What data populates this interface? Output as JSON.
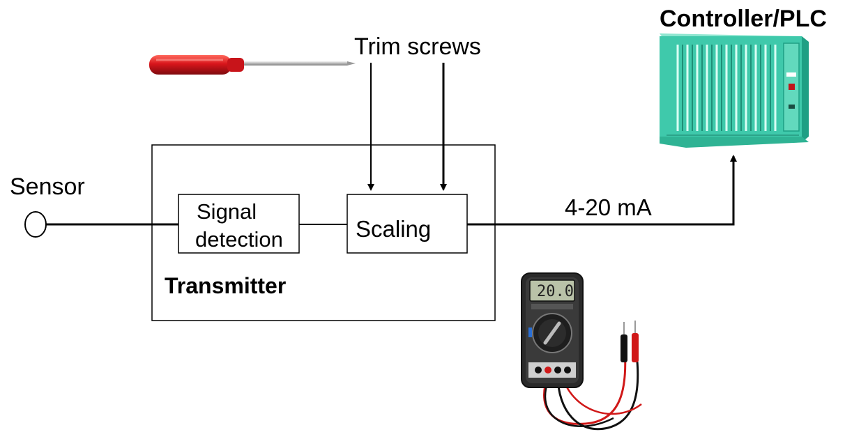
{
  "labels": {
    "trim_screws": "Trim screws",
    "controller": "Controller/PLC",
    "sensor": "Sensor",
    "signal_line1": "Signal",
    "signal_line2": "detection",
    "scaling": "Scaling",
    "current": "4-20 mA",
    "transmitter": "Transmitter",
    "meter_reading": "20.0"
  },
  "colors": {
    "line": "#000000",
    "screwdriver_handle": "#c8141a",
    "plc_body": "#3fc9ab",
    "plc_dark": "#1f9f84",
    "meter_body": "#222222",
    "lcd": "#b9c2a8",
    "probe_red": "#d01818"
  },
  "icons": [
    "screwdriver-icon",
    "plc-rack-icon",
    "multimeter-icon",
    "sensor-icon"
  ]
}
